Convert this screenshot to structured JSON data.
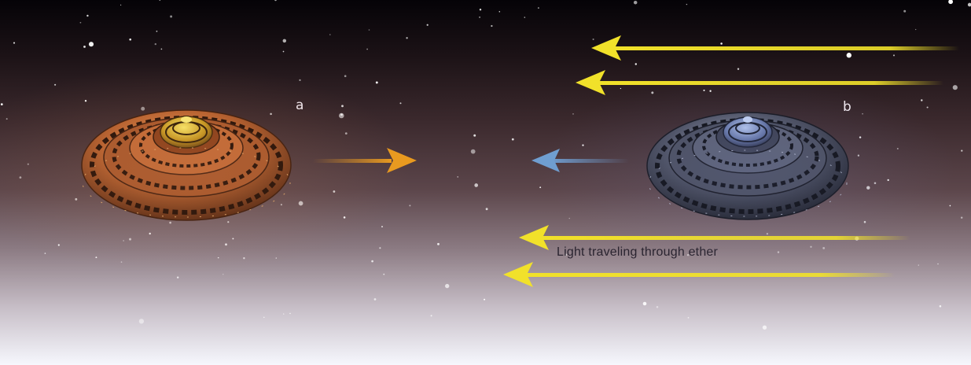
{
  "labels": {
    "saucer_a": "a",
    "saucer_b": "b",
    "light_caption": "Light traveling through ether"
  },
  "colors": {
    "light_arrow": "#f1e12a",
    "saucer_a_motion": "#e99a1f",
    "saucer_b_motion": "#6f9ed0",
    "saucer_a_hull": "#b8612e",
    "saucer_b_hull": "#4e5262"
  }
}
